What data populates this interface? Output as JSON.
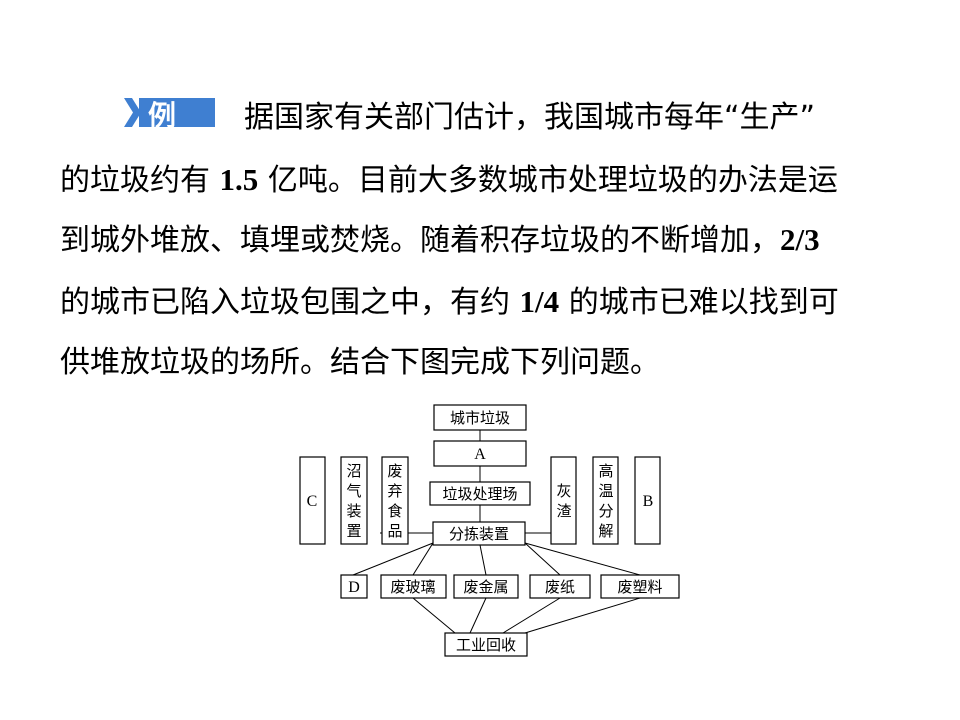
{
  "badge": {
    "label": "例",
    "color": "#3f7fd1"
  },
  "paragraph": {
    "line1": "据国家有关部门估计，我国城市每年“生产”",
    "line2_a": "的垃圾约有 ",
    "line2_num": "1.5",
    "line2_b": " 亿吨。目前大多数城市处理垃圾的办法是运",
    "line3_a": "到城外堆放、填埋或焚烧。随着积存垃圾的不断增加，",
    "line3_num": "2/3",
    "line4_a": "的城市已陷入垃圾包围之中，有约 ",
    "line4_num": "1/4",
    "line4_b": " 的城市已难以找到可",
    "line5": "供堆放垃圾的场所。结合下图完成下列问题。"
  },
  "diagram": {
    "city_garbage": "城市垃圾",
    "box_a": "A",
    "plant": "垃圾处理场",
    "sorting": "分拣装置",
    "box_c": "C",
    "biogas": [
      "沼",
      "气",
      "装",
      "置"
    ],
    "food_waste": [
      "废",
      "弃",
      "食",
      "品"
    ],
    "ash": [
      "灰",
      "渣"
    ],
    "pyrolysis": [
      "高",
      "温",
      "分",
      "解"
    ],
    "box_b": "B",
    "box_d": "D",
    "glass": "废玻璃",
    "metal": "废金属",
    "paper": "废纸",
    "plastic": "废塑料",
    "recycling": "工业回收"
  }
}
